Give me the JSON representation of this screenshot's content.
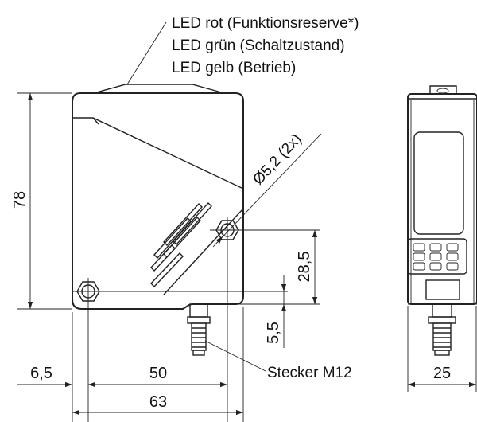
{
  "labels": {
    "led_red": "LED rot (Funktionsreserve*)",
    "led_green": "LED grün (Schaltzustand)",
    "led_yellow": "LED gelb (Betrieb)",
    "hole": "Ø5,2 (2x)",
    "connector": "Stecker M12"
  },
  "dimensions": {
    "height": "78",
    "hole_spacing_v": "28,5",
    "hole_offset": "5,5",
    "edge_offset": "6,5",
    "hole_spacing_h": "50",
    "width": "63",
    "depth": "25"
  },
  "colors": {
    "line": "#222222",
    "background": "#ffffff"
  }
}
